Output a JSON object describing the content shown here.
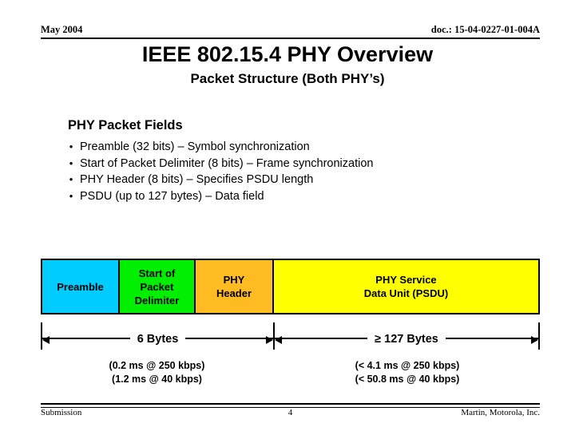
{
  "header": {
    "date": "May 2004",
    "doc_id": "doc.: 15-04-0227-01-004A"
  },
  "title": "IEEE 802.15.4 PHY Overview",
  "subtitle": "Packet Structure (Both PHY’s)",
  "body": {
    "heading": "PHY Packet Fields",
    "bullet_mark": "•",
    "bullets": [
      "Preamble (32 bits) – Symbol synchronization",
      "Start of Packet Delimiter (8 bits) – Frame synchronization",
      "PHY Header (8 bits) – Specifies PSDU length",
      "PSDU (up to 127 bytes) – Data field"
    ]
  },
  "packet": {
    "fields": [
      {
        "label": "Preamble",
        "color": "#00CCFF"
      },
      {
        "label": "Start of\nPacket\nDelimiter",
        "color": "#00EE00"
      },
      {
        "label": "PHY\nHeader",
        "color": "#FFBB22"
      },
      {
        "label": "PHY Service\nData Unit (PSDU)",
        "color": "#FFFF00"
      }
    ]
  },
  "dimensions": {
    "left_label": "6 Bytes",
    "right_label": "≥ 127 Bytes"
  },
  "notes": {
    "left": [
      "(0.2  ms @ 250 kbps)",
      "(1.2 ms @ 40 kbps)"
    ],
    "right": [
      "(< 4.1  ms @ 250 kbps)",
      "(< 50.8 ms @ 40 kbps)"
    ]
  },
  "footer": {
    "left": "Submission",
    "page": "4",
    "right": "Martin, Motorola, Inc."
  }
}
